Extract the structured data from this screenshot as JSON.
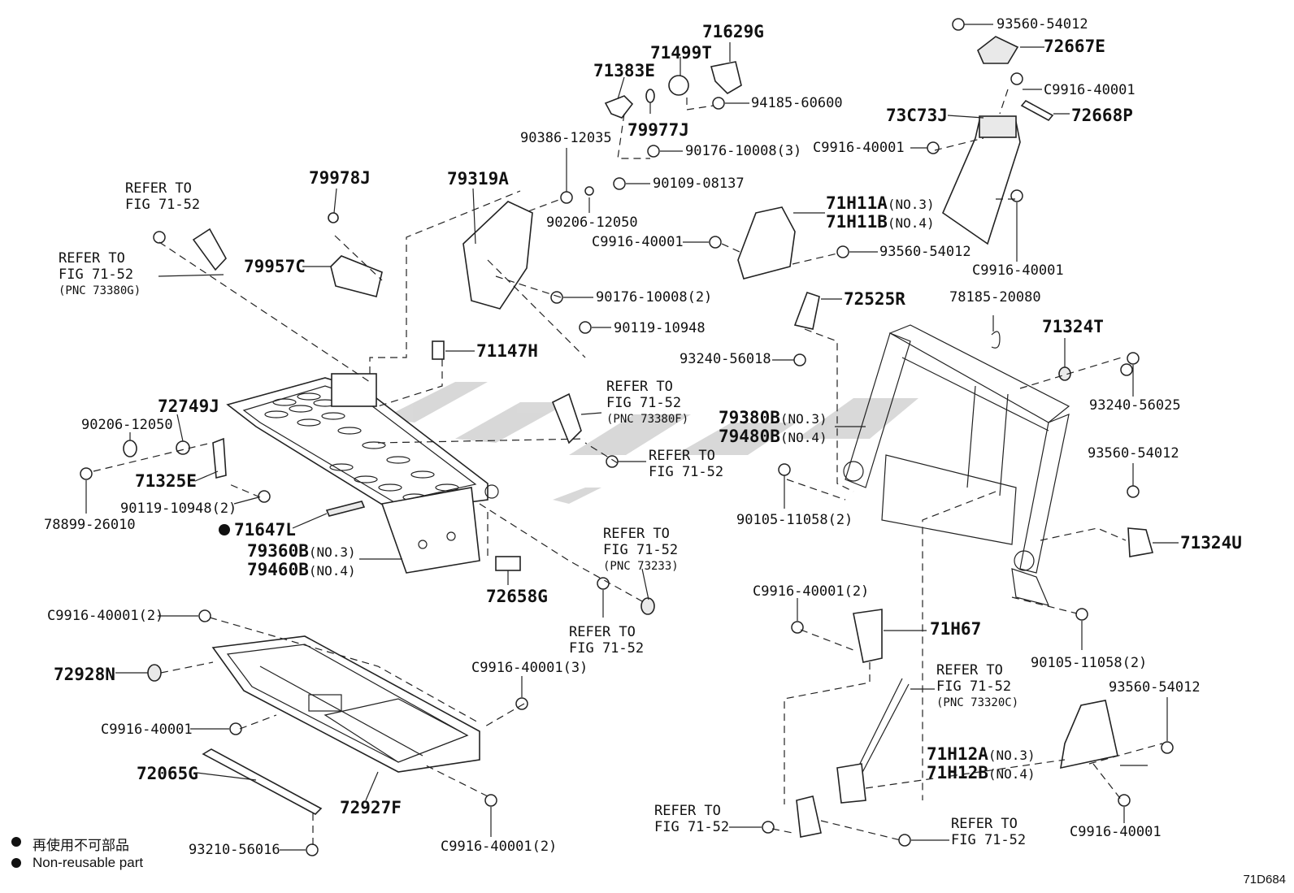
{
  "labels": {
    "p93560_top": "93560-54012",
    "p72667E": "72667E",
    "pC9916_a": "C9916-40001",
    "p73C73J": "73C73J",
    "p72668P": "72668P",
    "pC9916_b": "C9916-40001",
    "p71629G": "71629G",
    "p71499T": "71499T",
    "p71383E": "71383E",
    "p94185": "94185-60600",
    "p79977J": "79977J",
    "p90386": "90386-12035",
    "p90176_3": "90176-10008(3)",
    "p90109": "90109-08137",
    "p90206_top": "90206-12050",
    "p79319A": "79319A",
    "p79978J": "79978J",
    "p79957C": "79957C",
    "p71H11A": "71H11A",
    "p71H11A_no": "(NO.3)",
    "p71H11B": "71H11B",
    "p71H11B_no": "(NO.4)",
    "pC9916_c": "C9916-40001",
    "p93560_mid": "93560-54012",
    "pC9916_d": "C9916-40001",
    "p90176_2": "90176-10008(2)",
    "p90119_top": "90119-10948",
    "p72525R": "72525R",
    "p78185": "78185-20080",
    "p71324T": "71324T",
    "p93240_56018": "93240-56018",
    "p93240_56025": "93240-56025",
    "p71147H": "71147H",
    "p79380B": "79380B",
    "p79380B_no": "(NO.3)",
    "p79480B": "79480B",
    "p79480B_no": "(NO.4)",
    "p93560_right": "93560-54012",
    "p72749J": "72749J",
    "p90206_left": "90206-12050",
    "p71325E": "71325E",
    "p78899": "78899-26010",
    "p90119_2": "90119-10948(2)",
    "p71647L": "71647L",
    "p79360B": "79360B",
    "p79360B_no": "(NO.3)",
    "p79460B": "79460B",
    "p79460B_no": "(NO.4)",
    "p90105_a": "90105-11058(2)",
    "p71324U": "71324U",
    "p72658G": "72658G",
    "pC9916_2a": "C9916-40001(2)",
    "p72928N": "72928N",
    "pC9916_3": "C9916-40001(3)",
    "pC9916_e": "C9916-40001",
    "p72065G": "72065G",
    "p72927F": "72927F",
    "p93210": "93210-56016",
    "pC9916_2b": "C9916-40001(2)",
    "pC9916_2c": "C9916-40001(2)",
    "p71H67": "71H67",
    "p90105_b": "90105-11058(2)",
    "p93560_br": "93560-54012",
    "p71H12A": "71H12A",
    "p71H12A_no": "(NO.3)",
    "p71H12B": "71H12B",
    "p71H12B_no": "(NO.4)",
    "pC9916_f": "C9916-40001"
  },
  "refs": {
    "r1_a": "REFER TO",
    "r1_b": "FIG 71-52",
    "r2_a": "REFER TO",
    "r2_b": "FIG 71-52",
    "r2_c": "(PNC 73380G)",
    "r3_a": "REFER TO",
    "r3_b": "FIG 71-52",
    "r3_c": "(PNC 73380F)",
    "r4_a": "REFER TO",
    "r4_b": "FIG 71-52",
    "r5_a": "REFER TO",
    "r5_b": "FIG 71-52",
    "r5_c": "(PNC 73233)",
    "r6_a": "REFER TO",
    "r6_b": "FIG 71-52",
    "r7_a": "REFER TO",
    "r7_b": "FIG 71-52",
    "r7_c": "(PNC 73320C)",
    "r8_a": "REFER TO",
    "r8_b": "FIG 71-52",
    "r9_a": "REFER TO",
    "r9_b": "FIG 71-52"
  },
  "legend": {
    "line1": "再使用不可部品",
    "line2": "Non-reusable part"
  },
  "figure_code": "71D684"
}
